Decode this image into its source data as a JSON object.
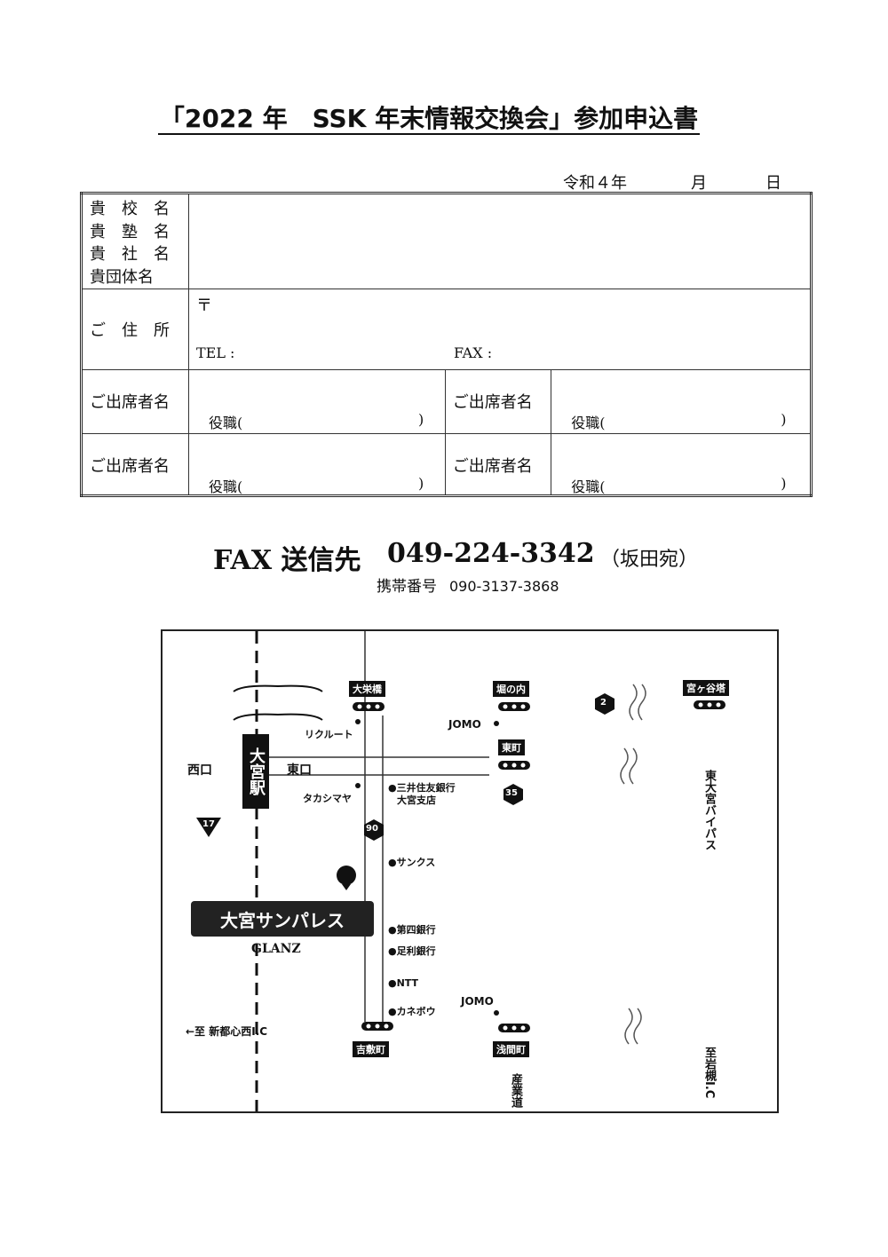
{
  "title": "「2022 年　SSK 年末情報交換会」参加申込書",
  "date": {
    "era": "令和４年",
    "month": "月",
    "day": "日"
  },
  "form": {
    "org_labels": [
      "貴　校　名",
      "貴　塾　名",
      "貴　社　名",
      "貴団体名"
    ],
    "address_label": "ご　住　所",
    "postal_mark": "〒",
    "tel_label": "TEL :",
    "fax_label": "FAX :",
    "attendee_label": "ご出席者名",
    "position_open": "役職(",
    "position_close": ")"
  },
  "contact": {
    "fax_to_label": "FAX 送信先",
    "fax_number": "049-224-3342",
    "attention": "（坂田宛）",
    "mobile_label": "携帯番号",
    "mobile_number": "090-3137-3868"
  },
  "map": {
    "station": "大宮駅",
    "west_exit": "西口",
    "east_exit": "東口",
    "venue": "大宮サンパレス",
    "venue_sub": "GLANZ",
    "signals": [
      "大栄橋",
      "堀の内",
      "宮ヶ谷塔",
      "東町",
      "吉敷町",
      "浅間町"
    ],
    "landmarks": {
      "recruit": "リクルート",
      "jomo1": "JOMO",
      "takashimaya": "タカシマヤ",
      "bank_mitsui": "●三井住友銀行",
      "bank_mitsui2": "大宮支店",
      "sanks": "●サンクス",
      "daishi": "●第四銀行",
      "ashikaga": "●足利銀行",
      "ntt": "●NTT",
      "kanebo": "●カネボウ",
      "jomo2": "JOMO"
    },
    "route_numbers": [
      "2",
      "35",
      "90",
      "17"
    ],
    "to_shintoshin": "←至 新都心西I.C",
    "bypass": "東大宮バイパス",
    "to_iwatsuki": "至岩槻I.C",
    "sangyo_road": "産業道"
  }
}
